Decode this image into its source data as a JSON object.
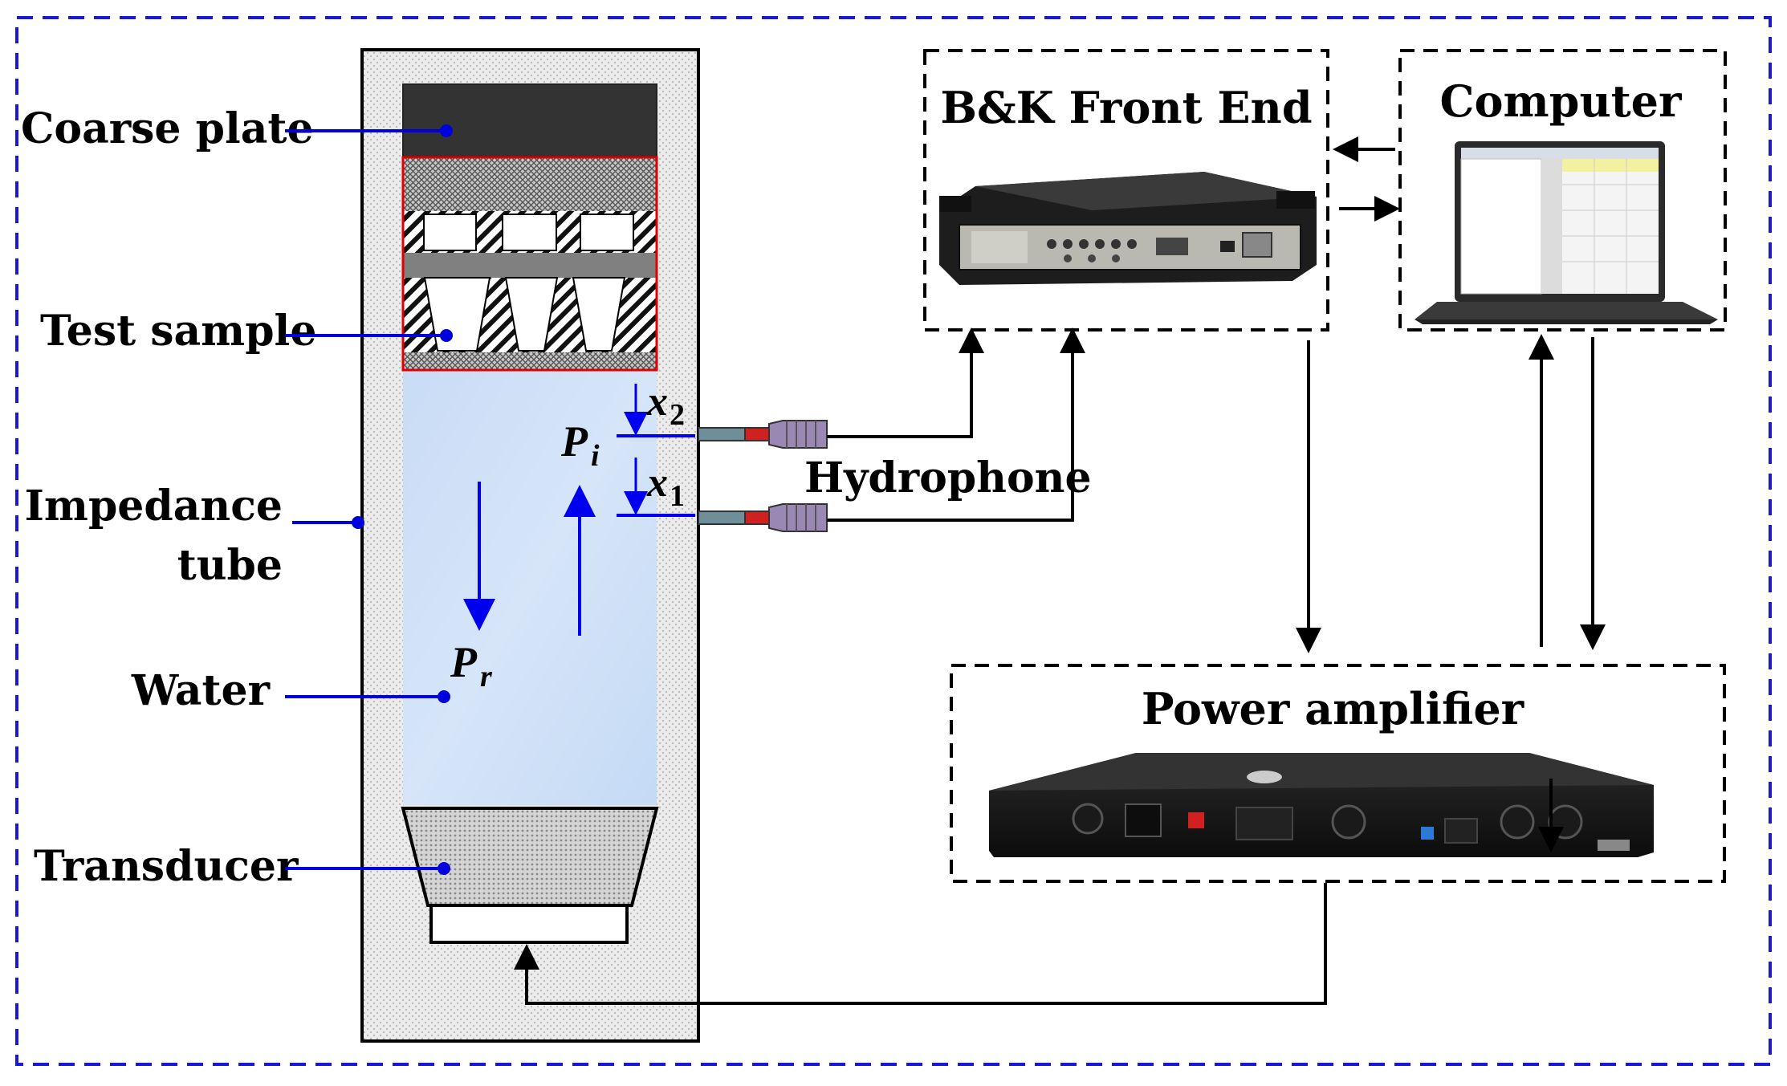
{
  "labels": {
    "coarse_plate": "Coarse plate",
    "test_sample": "Test sample",
    "impedance_line1": "Impedance",
    "impedance_line2": "tube",
    "water": "Water",
    "transducer": "Transducer",
    "front_end": "B&K Front End",
    "computer": "Computer",
    "hydrophone": "Hydrophone",
    "power_amplifier": "Power amplifier"
  },
  "symbols": {
    "p_main": "P",
    "p_i_sub": "i",
    "p_r_sub": "r",
    "x_main": "x",
    "x2_sub": "2",
    "x1_sub": "1"
  },
  "colors": {
    "frame_dashes": "#1a1ad6",
    "leader_lines": "#0000dd",
    "wave_arrows": "#0000ee",
    "water_top": "#c9dcf6",
    "water_bottom": "#dbe8f8",
    "coarse_plate": "#333333",
    "sample_outline": "#e00000",
    "tube_wall": "#e6e6e6"
  }
}
